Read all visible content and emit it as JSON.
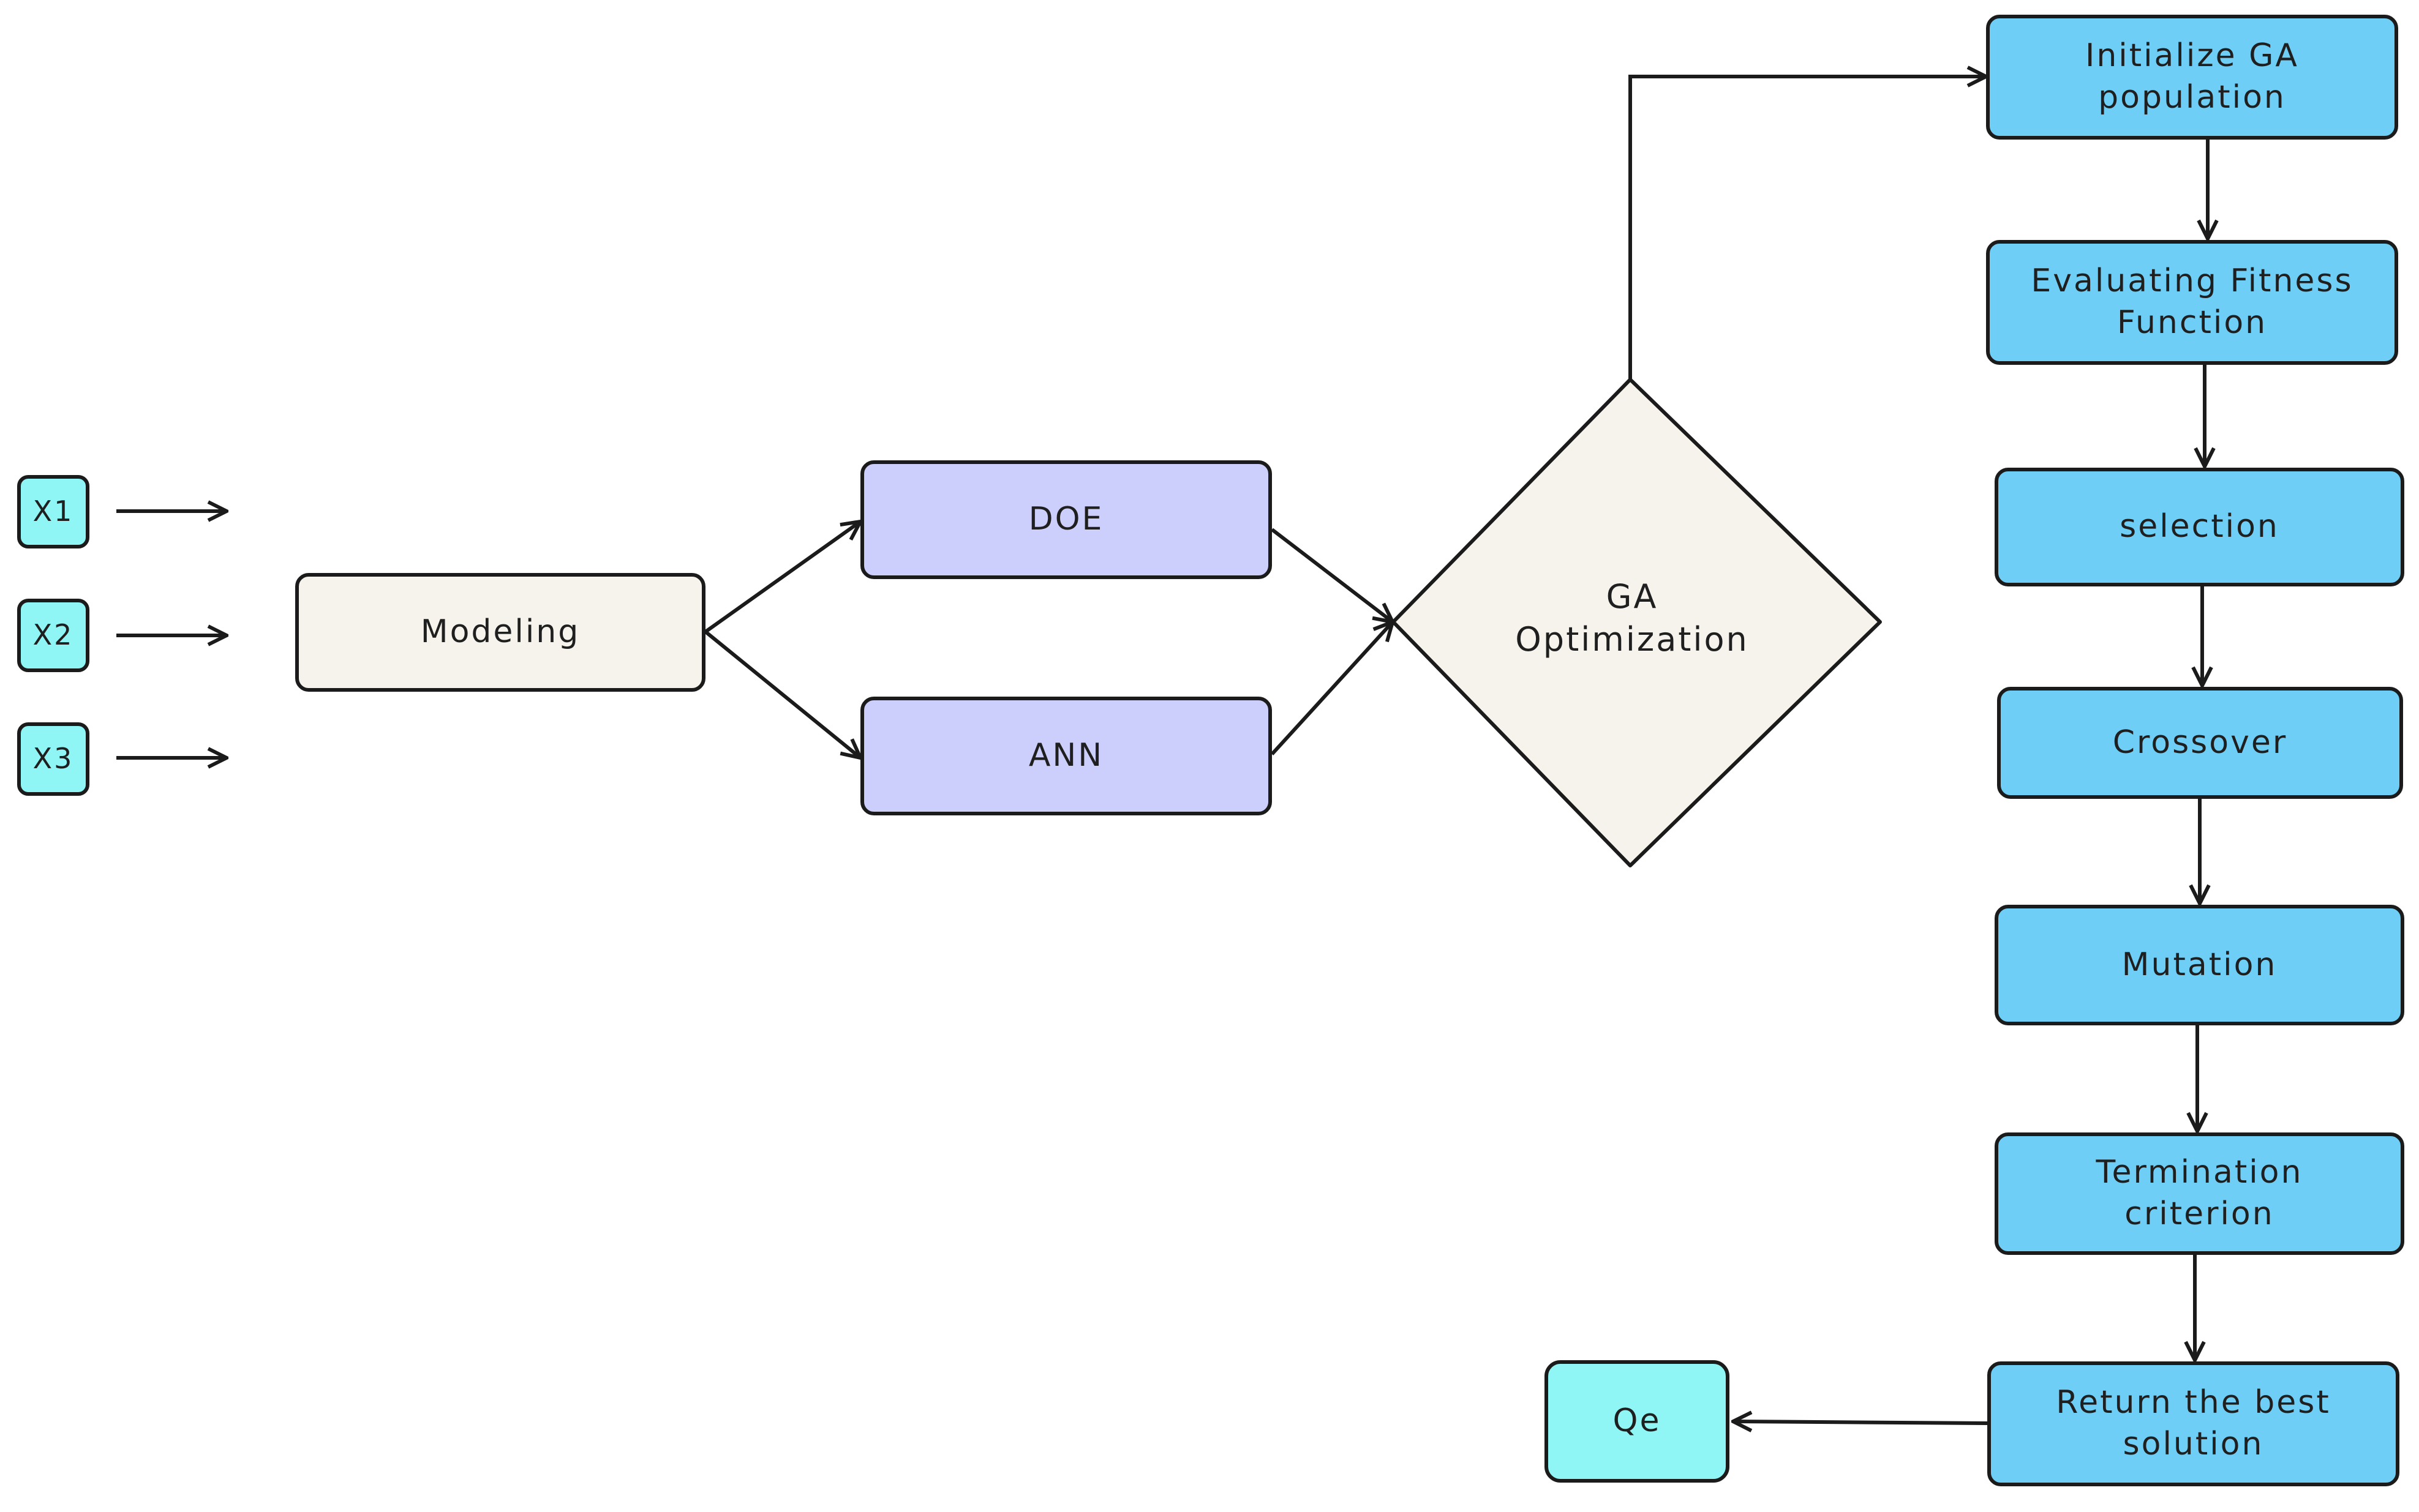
{
  "inputs": [
    "X1",
    "X2",
    "X3"
  ],
  "modeling": "Modeling",
  "methods": {
    "doe": "DOE",
    "ann": "ANN"
  },
  "optimizer": {
    "line1": "GA",
    "line2": "Optimization"
  },
  "ga_steps": [
    "Initialize GA population",
    "Evaluating Fitness Function",
    "selection",
    "Crossover",
    "Mutation",
    "Termination criterion",
    "Return the best solution"
  ],
  "output": "Qe",
  "colors": {
    "input_fill": "#8ff5f5",
    "model_fill": "#f6f3ec",
    "method_fill": "#cccefb",
    "ga_fill": "#6fcef5",
    "stroke": "#1b1b1b"
  }
}
